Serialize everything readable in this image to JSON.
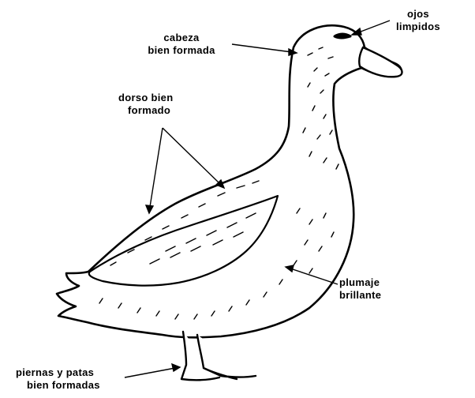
{
  "labels": {
    "eyes": [
      "ojos",
      "limpidos"
    ],
    "head": [
      "cabeza",
      "bien formada"
    ],
    "back": [
      "dorso bien",
      "formado"
    ],
    "plumage": [
      "plumaje",
      "brillante"
    ],
    "legs": [
      "piernas y patas",
      "bien formadas"
    ]
  },
  "colors": {
    "ink": "#000000",
    "background": "#ffffff"
  }
}
